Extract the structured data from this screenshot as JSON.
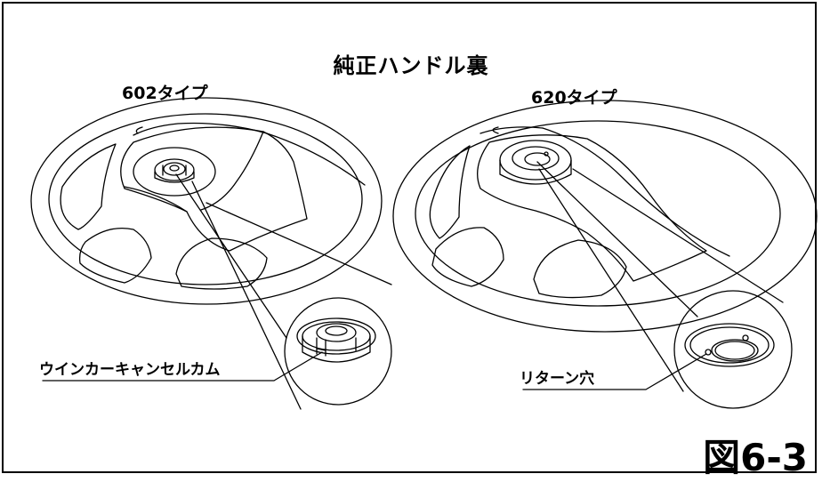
{
  "title": "純正ハンドル裏",
  "wheels": [
    {
      "type_label": "602タイプ",
      "callout": "ウインカーキャンセルカム"
    },
    {
      "type_label": "620タイプ",
      "callout": "リターン穴"
    }
  ],
  "figure_number": "図6-3",
  "colors": {
    "line": "#000000",
    "background": "#ffffff"
  }
}
